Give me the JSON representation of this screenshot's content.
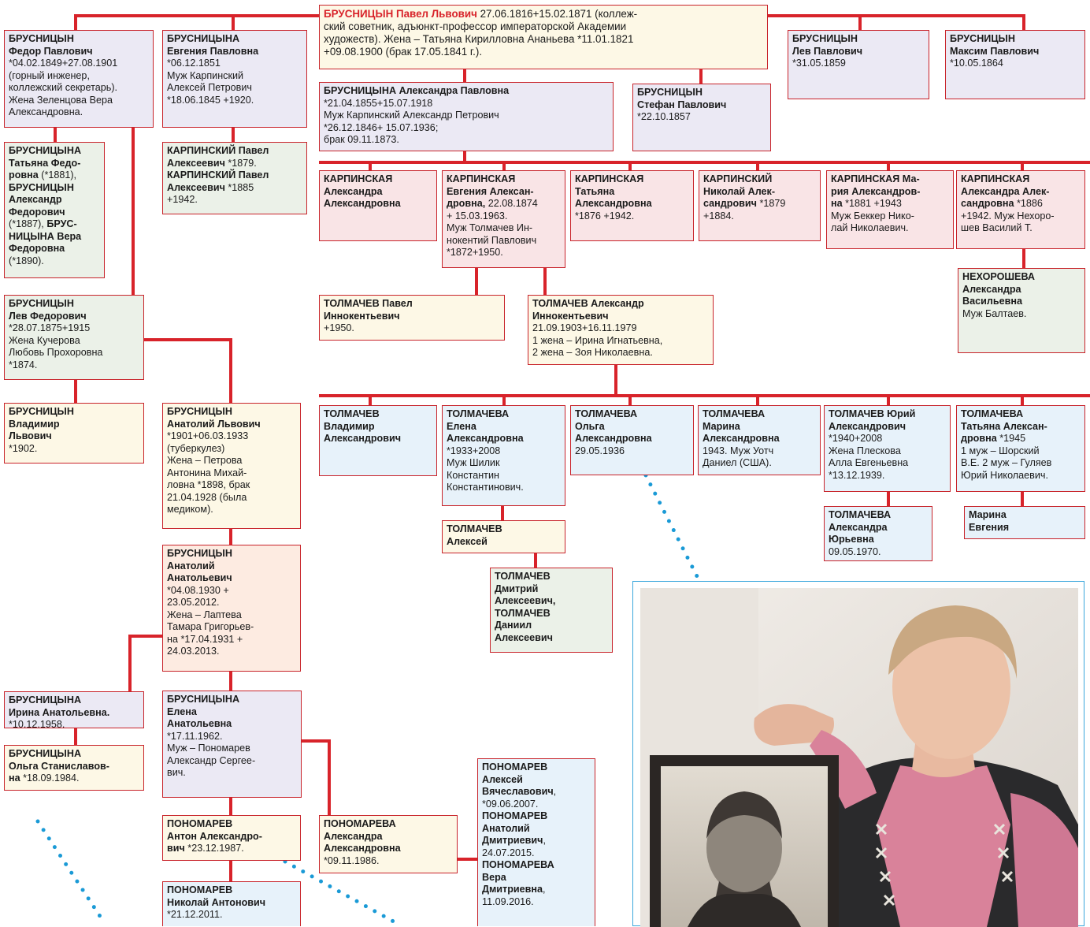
{
  "root": {
    "name": "БРУСНИЦЫН Павел Львович",
    "text": " 27.06.1816+15.02.1871 (коллеж-\nский советник, адъюнкт-профессор императорской Академии\nхудожеств). Жена – Татьяна Кирилловна Ананьева *11.01.1821\n+09.08.1900 (брак 17.05.1841 г.)."
  },
  "persons": {
    "fedor": {
      "name": "БРУСНИЦЫН\nФедор Павлович",
      "text": "*04.02.1849+27.08.1901\n(горный инженер,\nколлежский секретарь).\nЖена Зеленцова Вера\nАлександровна."
    },
    "evgeniya_p": {
      "name": "БРУСНИЦЫНА\nЕвгения Павловна",
      "text": "*06.12.1851\nМуж Карпинский\nАлексей Петрович\n*18.06.1845 +1920."
    },
    "lev_p": {
      "name": "БРУСНИЦЫН\nЛев Павлович",
      "text": "*31.05.1859"
    },
    "maxim_p": {
      "name": "БРУСНИЦЫН\nМаксим Павлович",
      "text": "*10.05.1864"
    },
    "alexandra_p": {
      "name": "БРУСНИЦЫНА Александра Павловна",
      "text": "*21.04.1855+15.07.1918\nМуж Карпинский Александр Петрович\n*26.12.1846+ 15.07.1936;\nбрак 09.11.1873."
    },
    "stefan_p": {
      "name": "БРУСНИЦЫН\nСтефан Павлович",
      "text": "*22.10.1857"
    },
    "fedor_children": {
      "n1": "БРУСНИЦЫНА\nТатьяна Федо-\nровна",
      "t1": " (*1881), ",
      "n2": "БРУСНИЦЫН\nАлександр\nФедорович",
      "t2": "\n(*1887), ",
      "n3": "БРУС-\nНИЦЫНА Вера\nФедоровна",
      "t3": "\n(*1890)."
    },
    "karpinsky_pavel": {
      "n1": "КАРПИНСКИЙ Павел\nАлексеевич",
      "t1": " *1879.\n",
      "n2": "КАРПИНСКИЙ Павел\nАлексеевич",
      "t2": " *1885\n+1942."
    },
    "k_alexandra": {
      "name": "КАРПИНСКАЯ\nАлександра\nАлександровна",
      "text": ""
    },
    "k_evgeniya": {
      "name": "КАРПИНСКАЯ\nЕвгения Алексан-\nдровна,",
      "text": " 22.08.1874\n+ 15.03.1963.\nМуж Толмачев Ин-\nнокентий Павлович\n*1872+1950."
    },
    "k_tatyana": {
      "name": "КАРПИНСКАЯ\nТатьяна\nАлександровна",
      "text": "\n*1876 +1942."
    },
    "k_nikolay": {
      "name": "КАРПИНСКИЙ\nНиколай Алек-\nсандрович",
      "text": " *1879\n+1884."
    },
    "k_maria": {
      "name": "КАРПИНСКАЯ Ма-\nрия Александров-\nна",
      "text": " *1881 +1943\nМуж Беккер Нико-\nлай Николаевич."
    },
    "k_alexandra2": {
      "name": "КАРПИНСКАЯ\nАлександра Алек-\nсандровна",
      "text": " *1886\n+1942. Муж Нехоро-\nшев Василий Т."
    },
    "nehorosheva": {
      "name": "НЕХОРОШЕВА\nАлександра\nВасильевна",
      "text": "\nМуж Балтаев."
    },
    "lev_f": {
      "name": "БРУСНИЦЫН\nЛев Федорович",
      "text": "*28.07.1875+1915\nЖена Кучерова\nЛюбовь Прохоровна\n*1874."
    },
    "t_pavel": {
      "name": "ТОЛМАЧЕВ Павел\nИннокентьевич",
      "text": "\n+1950."
    },
    "t_alexandr": {
      "name": "ТОЛМАЧЕВ Александр\nИннокентьевич",
      "text": "\n21.09.1903+16.11.1979\n1 жена – Ирина Игнатьевна,\n2 жена – Зоя Николаевна."
    },
    "vladimir_l": {
      "name": "БРУСНИЦЫН\nВладимир\nЛьвович",
      "text": "\n*1902."
    },
    "anatoly_l": {
      "name": "БРУСНИЦЫН\nАнатолий Львович",
      "text": "*1901+06.03.1933\n(туберкулез)\nЖена – Петрова\nАнтонина Михай-\nловна *1898, брак\n21.04.1928 (была\nмедиком)."
    },
    "t_vladimir": {
      "name": "ТОЛМАЧЕВ\nВладимир\nАлександрович",
      "text": ""
    },
    "t_elena": {
      "name": "ТОЛМАЧЕВА\nЕлена\nАлександровна",
      "text": "*1933+2008\nМуж Шилик\nКонстантин\nКонстантинович."
    },
    "t_olga": {
      "name": "ТОЛМАЧЕВА\nОльга\nАлександровна",
      "text": "29.05.1936"
    },
    "t_marina": {
      "name": "ТОЛМАЧЕВА\nМарина\nАлександровна",
      "text": "1943. Муж Уотч\nДаниел (США)."
    },
    "t_yuri": {
      "name": "ТОЛМАЧЕВ Юрий\nАлександрович",
      "text": "*1940+2008\nЖена Плескова\nАлла Евгеньевна\n*13.12.1939."
    },
    "t_tatyana": {
      "name": "ТОЛМАЧЕВА\nТатьяна Алексан-\nдровна",
      "text": " *1945\n1 муж – Шорский\nВ.Е. 2 муж – Гуляев\nЮрий Николаевич."
    },
    "t_alexey": {
      "name": "ТОЛМАЧЕВ\nАлексей",
      "text": ""
    },
    "t_alexandra_yu": {
      "name": "ТОЛМАЧЕВА\nАлександра\nЮрьевна",
      "text": "\n09.05.1970."
    },
    "marina_evgeniya": {
      "name": "Марина\nЕвгения",
      "text": ""
    },
    "anatoly_a": {
      "name": "БРУСНИЦЫН\nАнатолий\nАнатольевич",
      "text": "*04.08.1930 +\n23.05.2012.\nЖена – Лаптева\nТамара Григорьев-\nна *17.04.1931 +\n24.03.2013."
    },
    "t_dmitry": {
      "name": "ТОЛМАЧЕВ\nДмитрий\nАлексеевич,\nТОЛМАЧЕВ\nДаниил\nАлексеевич",
      "text": ""
    },
    "irina_a": {
      "name": "БРУСНИЦЫНА\nИрина Анатольевна.",
      "text": "*10.12.1958."
    },
    "elena_a": {
      "name": "БРУСНИЦЫНА\nЕлена\nАнатольевна",
      "text": "*17.11.1962.\nМуж – Пономарев\nАлександр Сергее-\nвич."
    },
    "olga_s": {
      "name": "БРУСНИЦЫНА\nОльга Станиславов-\nна",
      "text": " *18.09.1984."
    },
    "ponomarev_anton": {
      "name": "ПОНОМАРЕВ\nАнтон Александро-\nвич",
      "text": " *23.12.1987."
    },
    "ponomareva_alexandra": {
      "name": "ПОНОМАРЕВА\nАлександра\nАлександровна",
      "text": "\n*09.11.1986."
    },
    "ponomarev_kids": {
      "n1": "ПОНОМАРЕВ\nАлексей\nВячеславович",
      "t1": ",\n*09.06.2007.\n",
      "n2": "ПОНОМАРЕВ\nАнатолий\nДмитриевич",
      "t2": ",\n24.07.2015.\n",
      "n3": "ПОНОМАРЕВА\nВера\nДмитриевна",
      "t3": ",\n11.09.2016."
    },
    "ponomarev_nikolay": {
      "name": "ПОНОМАРЕВ\nНиколай Антонович",
      "text": "*21.12.2011."
    }
  },
  "colors": {
    "line": "#d8232a",
    "dots": "#1a9ad6",
    "photo_border": "#3aa7dc",
    "lavender": "#ebe9f4",
    "pink": "#f9e4e6",
    "cream": "#fdf8e6",
    "blue": "#e7f2fa",
    "green": "#ebf1e8",
    "peach": "#fdebe1"
  }
}
